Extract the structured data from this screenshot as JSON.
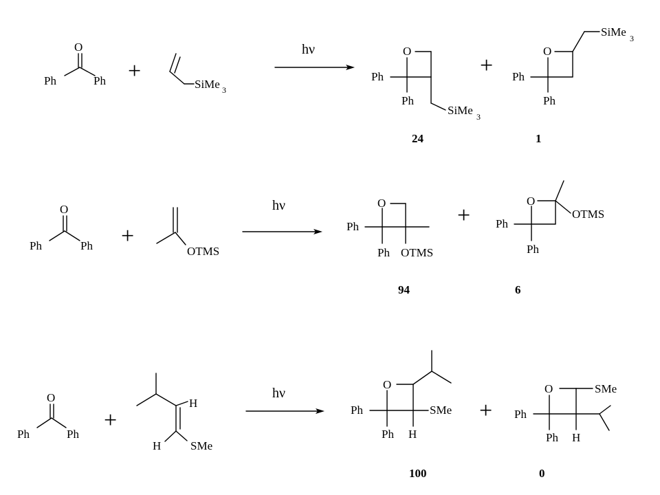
{
  "reagent_labels": {
    "ph": "Ph",
    "o": "O",
    "h": "H",
    "sime": "SiMe",
    "sub3": "3",
    "otms": "OTMS",
    "sme": "SMe"
  },
  "operators": {
    "plus": "+",
    "hv": "hν"
  },
  "reactions": [
    {
      "yields": [
        "24",
        "1"
      ]
    },
    {
      "yields": [
        "94",
        "6"
      ]
    },
    {
      "yields": [
        "100",
        "0"
      ]
    }
  ]
}
